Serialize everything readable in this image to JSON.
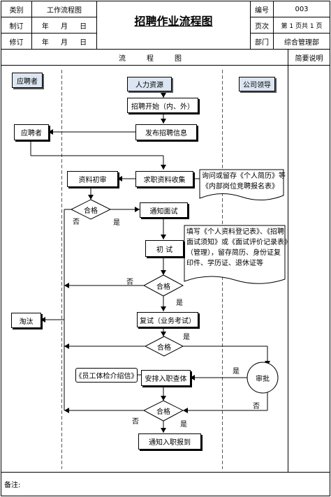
{
  "header": {
    "category_label": "类别",
    "category_value": "工作流程图",
    "prepared_label": "制订",
    "prepared_value": "年 月 日",
    "revised_label": "修订",
    "revised_value": "年 月 日",
    "title": "招聘作业流程图",
    "number_label": "编号",
    "number_value": "003",
    "page_label": "页次",
    "page_value": "第 1 页共 1 页",
    "dept_label": "部门",
    "dept_value": "综合管理部"
  },
  "section_header": {
    "flow": "流程图",
    "notes": "简要说明"
  },
  "lanes": {
    "applicant": "应聘者",
    "hr": "人力资源",
    "leader": "公司领导"
  },
  "nodes": {
    "start": "招聘开始（内、外）",
    "applicant": "应聘者",
    "publish": "发布招聘信息",
    "screen": "资料初审",
    "collect": "求职资料收集",
    "pass1": "合格",
    "notify_interview": "通知面试",
    "first_interview": "初 试",
    "pass2": "合格",
    "eliminate": "淘汰",
    "second_interview": "复试（业务考试）",
    "pass3": "合格",
    "medical_letter": "《员工体检介绍信》",
    "arrange_medical": "安排入职查体",
    "approve": "审批",
    "pass4": "合格",
    "notify_onboard": "通知入职报到"
  },
  "notes": {
    "collect_note": "询问或留存《个人简历》等\n《内部岗位竞聘报名表》",
    "interview_note": "填写《个人资料登记表》、《招聘\n面试须知》或《面试评价记录表》\n（管理），留存简历、身份证复\n印件、学历证、退休证等"
  },
  "edge_labels": {
    "no1": "否",
    "yes1": "是",
    "no2": "否",
    "yes2": "是",
    "yes3": "是",
    "yes_approve": "是",
    "no_approve": "否",
    "no4": "否",
    "yes4": "是"
  },
  "footer": {
    "remark_label": "备注:"
  }
}
